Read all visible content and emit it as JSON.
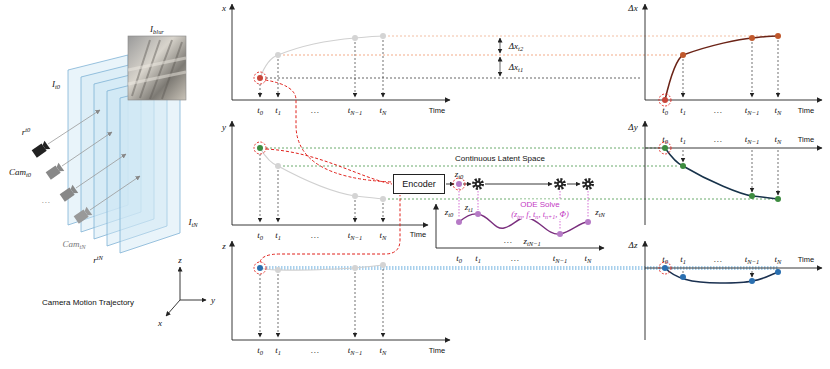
{
  "diagram": {
    "nodes": [
      {
        "text": [
          "Encoder"
        ]
      }
    ],
    "labels": [
      "Iblur",
      "It0",
      "ItN",
      "rt0",
      "rtN",
      "Camt0",
      "CamtN",
      "…",
      "Camera Motion Trajectory",
      "z",
      "y",
      "x",
      "x",
      "Time",
      "t0",
      "t1",
      "…",
      "tN−1",
      "tN",
      "Δxt2",
      "Δxt1",
      "Δx",
      "Time",
      "t0",
      "t1",
      "…",
      "tN−1",
      "tN",
      "y",
      "Time",
      "t0",
      "t1",
      "…",
      "tN−1",
      "tN",
      "zt0",
      "Continuous Latent Space",
      "ODE Solve",
      "(ztn, f, tn, tn+1, Φ)",
      "zt0",
      "zt1",
      "…",
      "ztN−1",
      "ztN",
      "t0",
      "t1",
      "…",
      "tN−1",
      "tN",
      "Δy",
      "Time",
      "t0",
      "t1",
      "…",
      "tN−1",
      "tN",
      "z",
      "Time",
      "t0",
      "t1",
      "…",
      "tN−1",
      "tN",
      "Δz",
      "Time",
      "t0",
      "t1",
      "…",
      "tN−1",
      "tN"
    ]
  }
}
